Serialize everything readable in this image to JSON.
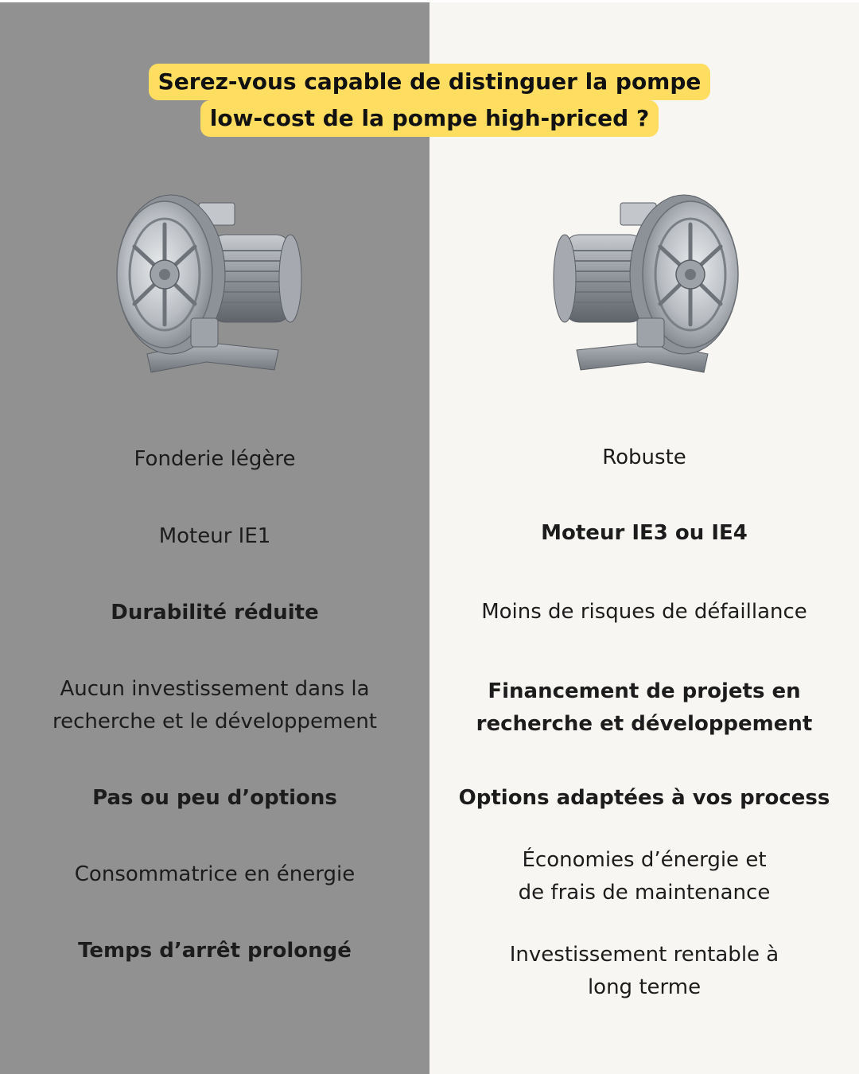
{
  "title": {
    "line1": "Serez-vous capable de distinguer la pompe",
    "line2": "low-cost de la pompe high-priced ?"
  },
  "colors": {
    "left_bg": "#919191",
    "right_bg": "#f7f6f2",
    "highlight": "#fedd61"
  },
  "images": {
    "left": "pump-photo",
    "right": "pump-photo-mirrored"
  },
  "left_items": [
    {
      "lines": [
        "Fonderie légère"
      ]
    },
    {
      "lines": [
        "Moteur IE1"
      ]
    },
    {
      "lines": [
        "Durabilité réduite"
      ]
    },
    {
      "lines": [
        "Aucun investissement dans la",
        "recherche et le développement"
      ]
    },
    {
      "lines": [
        "Pas ou peu d’options"
      ]
    },
    {
      "lines": [
        "Consommatrice en énergie"
      ]
    },
    {
      "lines": [
        "Temps d’arrêt prolongé"
      ]
    }
  ],
  "right_items": [
    {
      "lines": [
        "Robuste"
      ]
    },
    {
      "lines": [
        "Moteur IE3 ou IE4"
      ]
    },
    {
      "lines": [
        "Moins de risques de défaillance"
      ]
    },
    {
      "lines": [
        "Financement de projets en",
        "recherche et développement"
      ]
    },
    {
      "lines": [
        "Options adaptées à vos process"
      ]
    },
    {
      "lines": [
        "Économies d’énergie et",
        "de frais de maintenance"
      ]
    },
    {
      "lines": [
        "Investissement rentable à",
        "long terme"
      ]
    }
  ]
}
